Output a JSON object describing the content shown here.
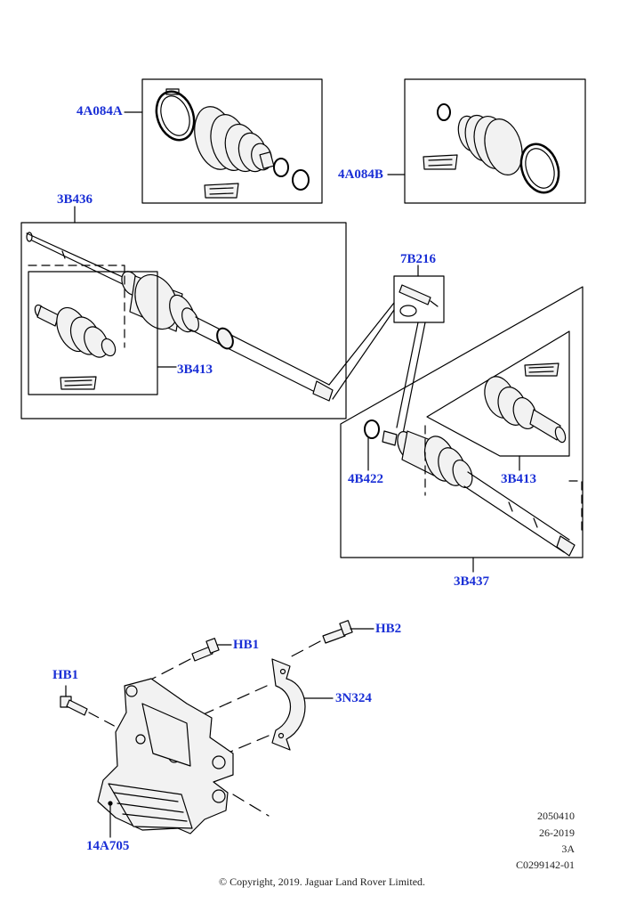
{
  "callouts": {
    "boot_kit_a": "4A084A",
    "boot_kit_b": "4A084B",
    "shaft_left": "3B436",
    "joint_left": "3B413",
    "grease_kit": "7B216",
    "circlip": "4B422",
    "joint_right": "3B413",
    "shaft_right": "3B437",
    "bolt_hb1_upper": "HB1",
    "bolt_hb2": "HB2",
    "bolt_hb1_left": "HB1",
    "bracket_strap": "3N324",
    "support_bracket": "14A705"
  },
  "meta": {
    "line1": "2050410",
    "line2": "26-2019",
    "line3": "3A",
    "line4": "C0299142-01"
  },
  "copyright": "© Copyright, 2019. Jaguar Land Rover Limited.",
  "colors": {
    "callout": "#1a2fd6",
    "line": "#000000",
    "part_fill": "#f2f2f2"
  }
}
